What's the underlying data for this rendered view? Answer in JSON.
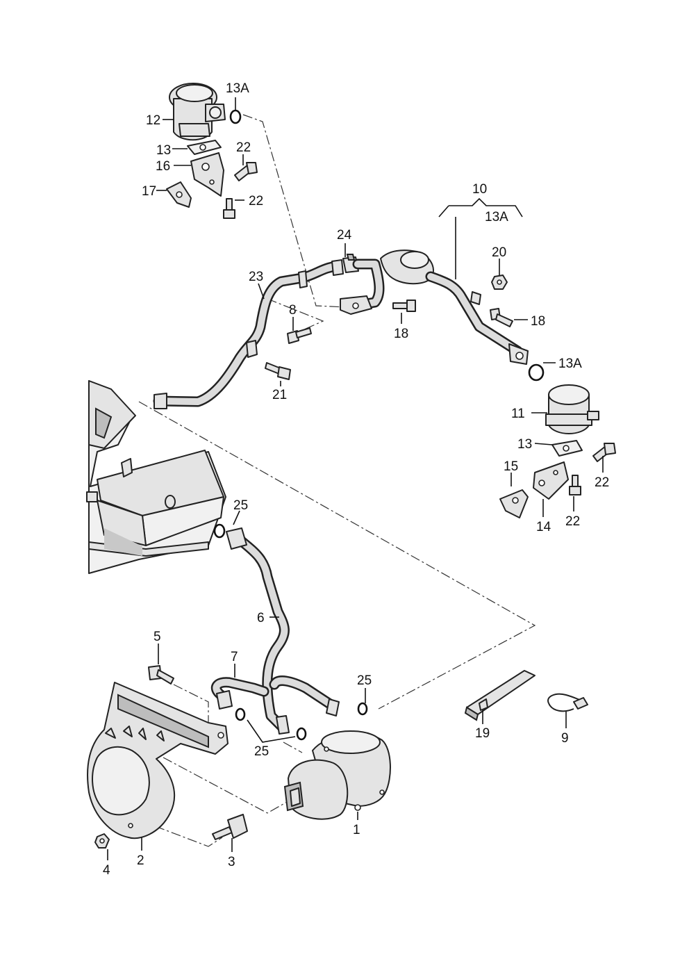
{
  "callouts": {
    "c1": "1",
    "c2": "2",
    "c3": "3",
    "c4": "4",
    "c5": "5",
    "c6": "6",
    "c7": "7",
    "c8": "8",
    "c9": "9",
    "c10": "10",
    "c11": "11",
    "c12": "12",
    "c13_top": "13",
    "c13_right": "13",
    "c13a_top": "13A",
    "c13a_group": "13A",
    "c13a_right": "13A",
    "c14": "14",
    "c15": "15",
    "c16": "16",
    "c17": "17",
    "c18_mid": "18",
    "c18_right": "18",
    "c19": "19",
    "c20": "20",
    "c21": "21",
    "c22_top1": "22",
    "c22_top2": "22",
    "c22_right1": "22",
    "c22_right2": "22",
    "c23": "23",
    "c24": "24",
    "c25_top": "25",
    "c25_mid": "25",
    "c25_bottom": "25"
  },
  "icons": {
    "valve": "secondary-air-valve-icon",
    "pump": "secondary-air-pump-icon",
    "bracket": "bracket-icon",
    "bolt": "bolt-icon",
    "nut": "nut-icon",
    "seal": "o-ring-icon",
    "gasket": "gasket-icon",
    "hose": "hose-icon",
    "clip": "hose-clip-icon",
    "tie": "cable-tie-icon",
    "intake": "air-intake-housing-icon"
  }
}
